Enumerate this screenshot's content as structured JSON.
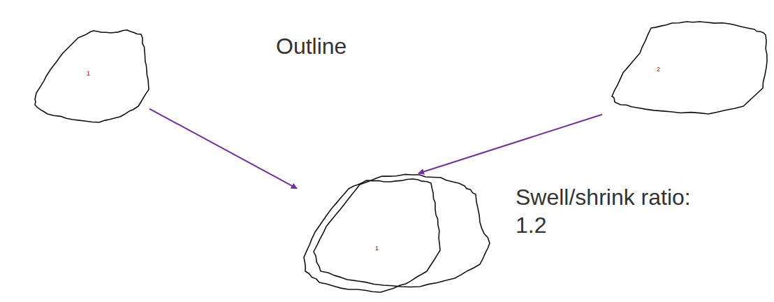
{
  "diagram": {
    "nodes": [
      {
        "text": [
          "1"
        ]
      },
      {
        "text": [
          "2"
        ]
      },
      {
        "text": [
          "1"
        ]
      }
    ],
    "edges": [
      {
        "from": 0,
        "to": 2,
        "arrow": "to"
      },
      {
        "from": 1,
        "to": 2,
        "arrow": "to"
      }
    ],
    "labels": [
      "Outline",
      "Swell/shrink ratio: 1.2"
    ]
  }
}
